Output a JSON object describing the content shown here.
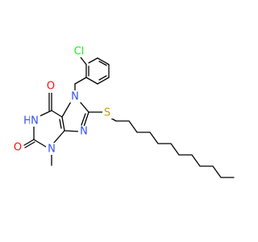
{
  "molecule": {
    "atoms": {
      "cl": "Cl",
      "o_top": "O",
      "o_left": "O",
      "nh": "N",
      "nh_h": "H",
      "n7": "N",
      "n9": "N",
      "n3": "N",
      "s": "S"
    },
    "colors": {
      "bond": "#000000",
      "nitrogen": "#3050F8",
      "oxygen": "#FF0D0D",
      "chlorine": "#1FF01F",
      "sulfur": "#C8A000"
    }
  }
}
